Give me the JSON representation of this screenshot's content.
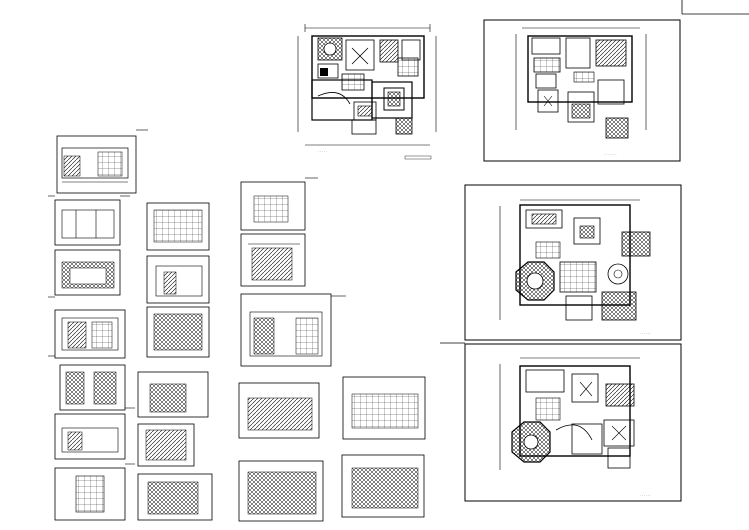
{
  "drawing_sheet": {
    "description_note": "",
    "sheets": [
      {
        "id": "plan-top-center",
        "kind": "floor-plan"
      },
      {
        "id": "plan-top-right",
        "kind": "floor-plan"
      },
      {
        "id": "plan-mid-right",
        "kind": "floor-plan"
      },
      {
        "id": "plan-bottom-right",
        "kind": "floor-plan"
      },
      {
        "id": "elevation-small-1",
        "kind": "elevation"
      },
      {
        "id": "elevation-small-2",
        "kind": "elevation"
      },
      {
        "id": "elevation-small-3",
        "kind": "elevation"
      },
      {
        "id": "elevation-small-4",
        "kind": "elevation"
      },
      {
        "id": "elevation-small-5",
        "kind": "elevation"
      },
      {
        "id": "elevation-small-6",
        "kind": "elevation"
      },
      {
        "id": "elevation-small-7",
        "kind": "elevation"
      },
      {
        "id": "elevation-small-8",
        "kind": "elevation"
      },
      {
        "id": "elevation-small-9",
        "kind": "elevation"
      },
      {
        "id": "elevation-small-10",
        "kind": "elevation"
      },
      {
        "id": "elevation-small-11",
        "kind": "elevation"
      },
      {
        "id": "elevation-small-12",
        "kind": "elevation"
      },
      {
        "id": "elevation-small-13",
        "kind": "elevation"
      },
      {
        "id": "elevation-small-14",
        "kind": "elevation"
      },
      {
        "id": "elevation-small-15",
        "kind": "elevation"
      },
      {
        "id": "elevation-small-16",
        "kind": "elevation"
      },
      {
        "id": "elevation-small-17",
        "kind": "elevation"
      },
      {
        "id": "elevation-small-18",
        "kind": "elevation"
      },
      {
        "id": "elevation-small-19",
        "kind": "elevation"
      }
    ],
    "colors": {
      "line": "#000000",
      "background": "#ffffff",
      "hatch": "#000000"
    }
  }
}
